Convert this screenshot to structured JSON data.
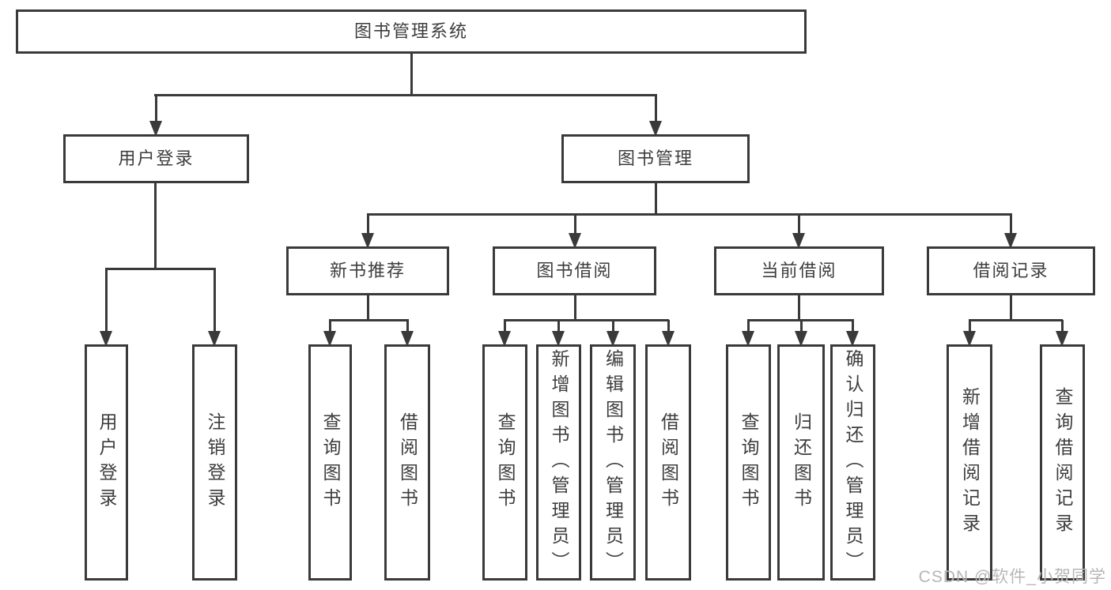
{
  "title": "图书管理系统",
  "watermark": {
    "text": "CSDN @软件_小贺同学"
  },
  "colors": {
    "line": "#3a3a3a",
    "text": "#3d3d3d",
    "background": "#ffffff",
    "watermark": "#b9b5b5"
  },
  "nodes": {
    "root": "图书管理系统",
    "login": "用户登录",
    "mgmt": "图书管理",
    "newbook": "新书推荐",
    "borrowmod": "图书借阅",
    "current": "当前借阅",
    "records": "借阅记录",
    "leaf_user_login": "用户登录",
    "leaf_user_logout": "注销登录",
    "leaf_nb_query": "查询图书",
    "leaf_nb_borrow": "借阅图书",
    "leaf_bw_query": "查询图书",
    "leaf_bw_add": "新增图书（管理员）",
    "leaf_bw_edit": "编辑图书（管理员）",
    "leaf_bw_borrow": "借阅图书",
    "leaf_cur_query": "查询图书",
    "leaf_cur_return": "归还图书",
    "leaf_cur_confirm": "确认归还（管理员）",
    "leaf_rec_add": "新增借阅记录",
    "leaf_rec_query": "查询借阅记录"
  },
  "tree": {
    "label": "图书管理系统",
    "children": [
      {
        "label": "用户登录",
        "children": [
          {
            "label": "用户登录"
          },
          {
            "label": "注销登录"
          }
        ]
      },
      {
        "label": "图书管理",
        "children": [
          {
            "label": "新书推荐",
            "children": [
              {
                "label": "查询图书"
              },
              {
                "label": "借阅图书"
              }
            ]
          },
          {
            "label": "图书借阅",
            "children": [
              {
                "label": "查询图书"
              },
              {
                "label": "新增图书（管理员）"
              },
              {
                "label": "编辑图书（管理员）"
              },
              {
                "label": "借阅图书"
              }
            ]
          },
          {
            "label": "当前借阅",
            "children": [
              {
                "label": "查询图书"
              },
              {
                "label": "归还图书"
              },
              {
                "label": "确认归还（管理员）"
              }
            ]
          },
          {
            "label": "借阅记录",
            "children": [
              {
                "label": "新增借阅记录"
              },
              {
                "label": "查询借阅记录"
              }
            ]
          }
        ]
      }
    ]
  }
}
